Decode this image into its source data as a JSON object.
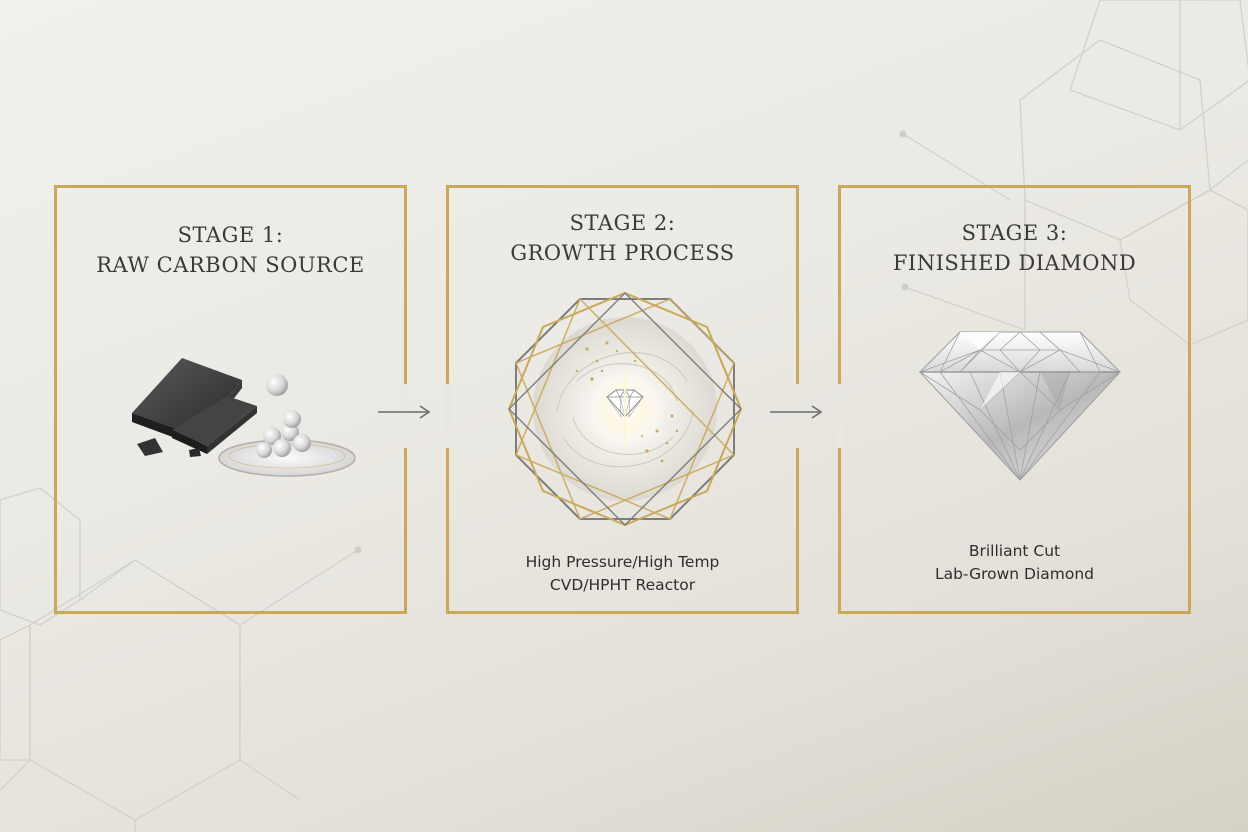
{
  "stages": [
    {
      "title_line1": "STAGE 1:",
      "title_line2": "RAW CARBON SOURCE",
      "caption_line1": "",
      "caption_line2": ""
    },
    {
      "title_line1": "STAGE 2:",
      "title_line2": "GROWTH PROCESS",
      "caption_line1": "High Pressure/High Temp",
      "caption_line2": "CVD/HPHT Reactor"
    },
    {
      "title_line1": "STAGE 3:",
      "title_line2": "FINISHED DIAMOND",
      "caption_line1": "Brilliant Cut",
      "caption_line2": "Lab-Grown Diamond"
    }
  ],
  "colors": {
    "frame_gold": "#c9a85a",
    "text_dark": "#3a3a3a",
    "arrow_gray": "#6b6b6b"
  },
  "icons": [
    "carbon-graphite-icon",
    "reactor-octagon-icon",
    "brilliant-diamond-icon",
    "right-arrow-icon"
  ]
}
